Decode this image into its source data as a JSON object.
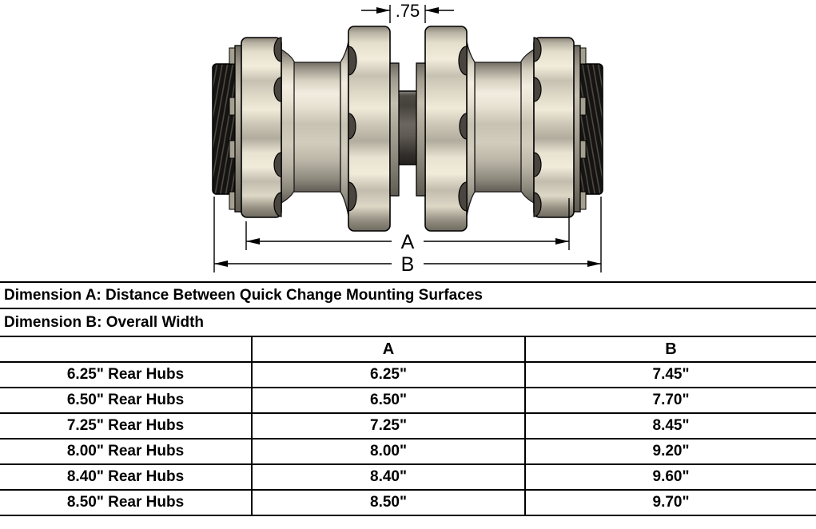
{
  "diagram": {
    "title": "quick-change hub assembly side view",
    "dim_gap_label": ".75",
    "dim_a_label": "A",
    "dim_b_label": "B"
  },
  "captions": {
    "a": "Dimension A: Distance Between Quick Change Mounting Surfaces",
    "b": "Dimension B: Overall Width"
  },
  "spec_table": {
    "columns": [
      "",
      "A",
      "B"
    ],
    "rows": [
      {
        "label": "6.25\" Rear Hubs",
        "a": "6.25\"",
        "b": "7.45\""
      },
      {
        "label": "6.50\" Rear Hubs",
        "a": "6.50\"",
        "b": "7.70\""
      },
      {
        "label": "7.25\" Rear Hubs",
        "a": "7.25\"",
        "b": "8.45\""
      },
      {
        "label": "8.00\" Rear Hubs",
        "a": "8.00\"",
        "b": "9.20\""
      },
      {
        "label": "8.40\" Rear Hubs",
        "a": "8.40\"",
        "b": "9.60\""
      },
      {
        "label": "8.50\" Rear Hubs",
        "a": "8.50\"",
        "b": "9.70\""
      }
    ]
  },
  "colors": {
    "background": "#ffffff",
    "line": "#000000",
    "metal_highlight": "#f2ede0",
    "metal_mid": "#cdc7b7",
    "metal_shadow": "#6e695e",
    "threads_dark": "#151412",
    "spacer_dark": "#45423c"
  }
}
